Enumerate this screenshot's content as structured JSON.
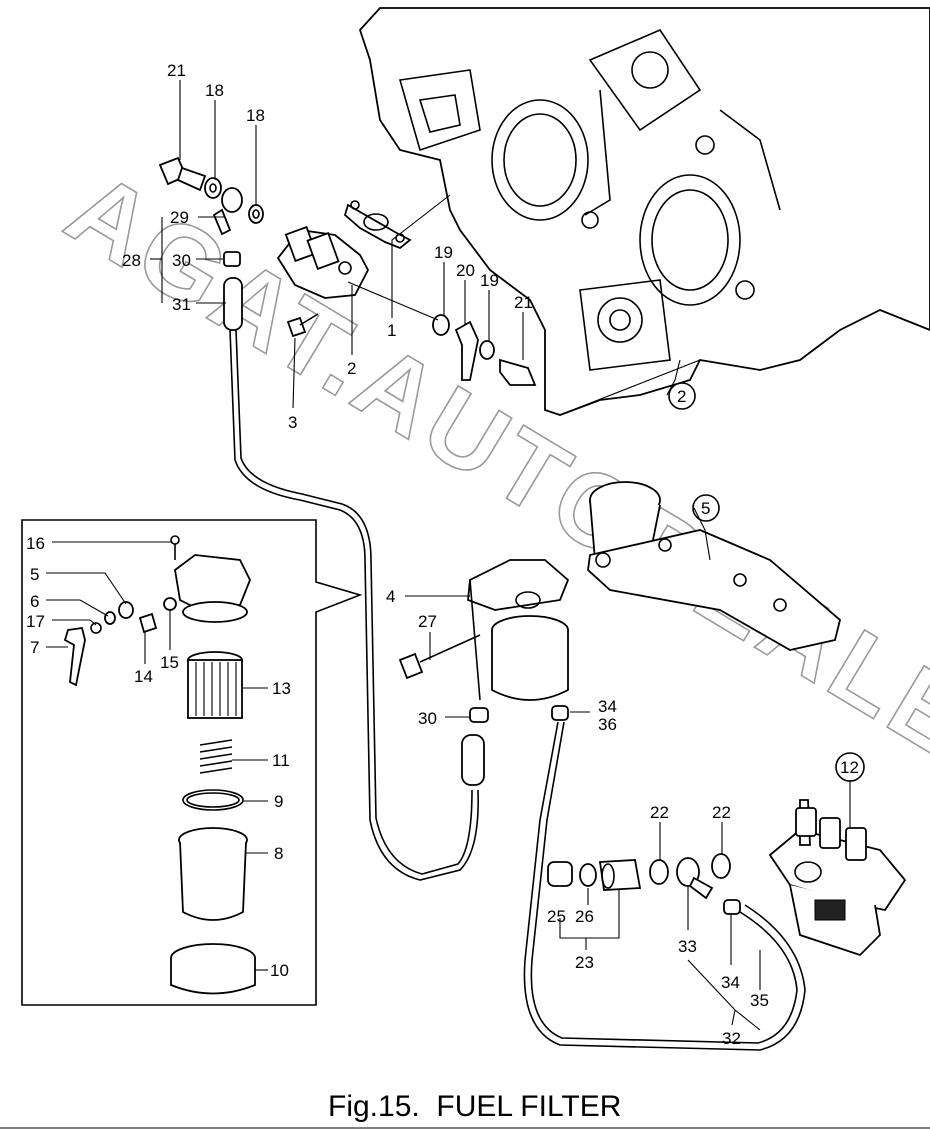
{
  "caption": "Fig.15.  FUEL FILTER",
  "watermark": "AGAT.AUTODEALER.RU",
  "labels": {
    "l1": "1",
    "l2": "2",
    "l3": "3",
    "l4": "4",
    "l5": "5",
    "l6": "6",
    "l7": "7",
    "l8": "8",
    "l9": "9",
    "l10": "10",
    "l11": "11",
    "l13": "13",
    "l14": "14",
    "l15": "15",
    "l16": "16",
    "l17": "17",
    "l18a": "18",
    "l18b": "18",
    "l19a": "19",
    "l19b": "19",
    "l20": "20",
    "l21a": "21",
    "l21b": "21",
    "l22a": "22",
    "l22b": "22",
    "l23": "23",
    "l25": "25",
    "l26": "26",
    "l27": "27",
    "l28": "28",
    "l29": "29",
    "l30a": "30",
    "l30b": "30",
    "l31": "31",
    "l32": "32",
    "l33": "33",
    "l34a": "34",
    "l34b": "34",
    "l35": "35",
    "l36": "36",
    "c2": "2",
    "c5": "5",
    "c12": "12"
  }
}
